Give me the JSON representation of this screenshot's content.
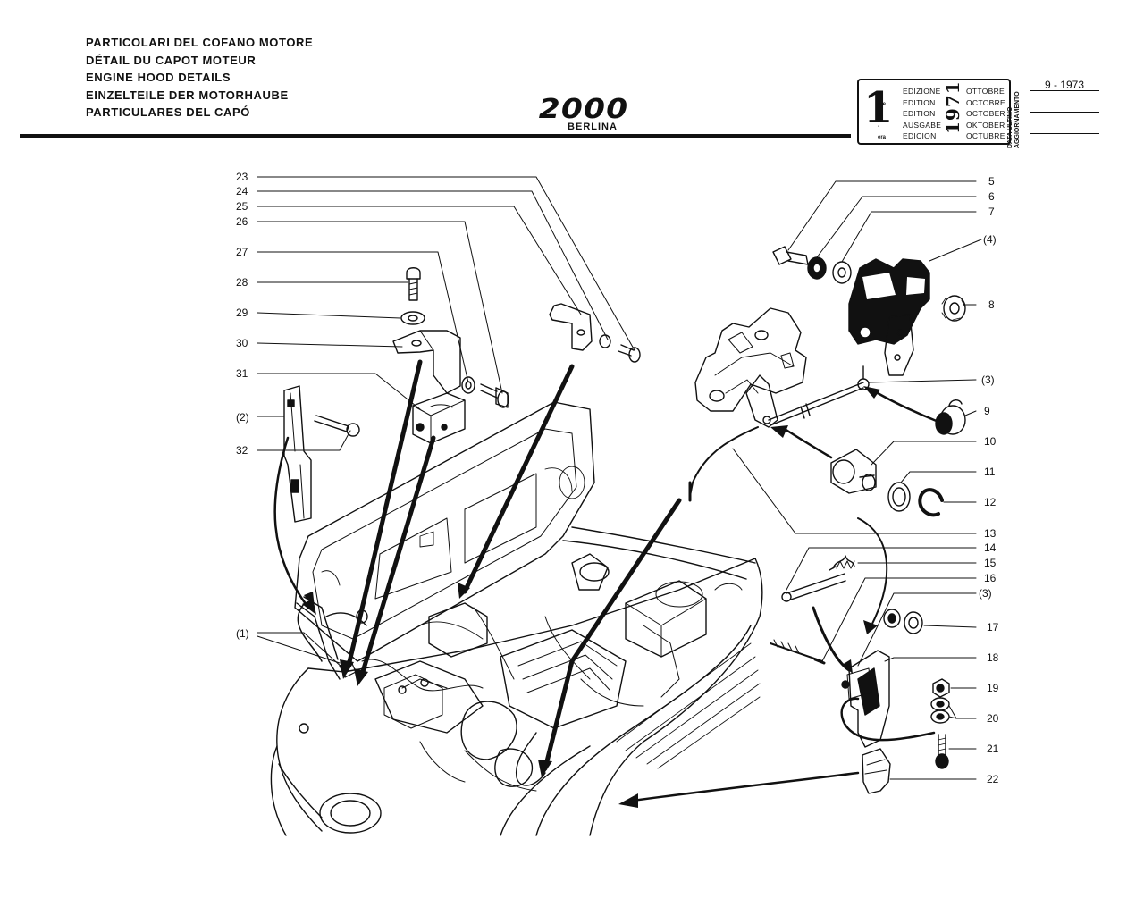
{
  "header": {
    "titles": [
      "PARTICOLARI DEL COFANO MOTORE",
      "DÉTAIL DU CAPOT MOTEUR",
      "ENGINE HOOD DETAILS",
      "EINZELTEILE DER MOTORHAUBE",
      "PARTICULARES DEL CAPÓ"
    ],
    "model": "2000",
    "model_sub": "BERLINA"
  },
  "edition_box": {
    "number": "1",
    "suffixes": [
      "a",
      "ere",
      "st",
      "-",
      "era"
    ],
    "words": [
      "EDIZIONE",
      "EDITION",
      "EDITION",
      "AUSGABE",
      "EDICION"
    ],
    "year": "1971",
    "months": [
      "OTTOBRE",
      "OCTOBRE",
      "OCTOBER",
      "OKTOBER",
      "OCTUBRE"
    ],
    "update_label_1": "DATA ULTIMO",
    "update_label_2": "AGGIORNAMENTO",
    "update_dates": [
      "9 - 1973",
      "",
      "",
      ""
    ]
  },
  "callouts": [
    {
      "id": "23",
      "text": "23"
    },
    {
      "id": "24",
      "text": "24"
    },
    {
      "id": "25",
      "text": "25"
    },
    {
      "id": "26",
      "text": "26"
    },
    {
      "id": "27",
      "text": "27"
    },
    {
      "id": "28",
      "text": "28"
    },
    {
      "id": "29",
      "text": "29"
    },
    {
      "id": "30",
      "text": "30"
    },
    {
      "id": "31",
      "text": "31"
    },
    {
      "id": "2p",
      "text": "(2)"
    },
    {
      "id": "32",
      "text": "32"
    },
    {
      "id": "1p",
      "text": "(1)"
    },
    {
      "id": "5",
      "text": "5"
    },
    {
      "id": "6",
      "text": "6"
    },
    {
      "id": "7",
      "text": "7"
    },
    {
      "id": "4p",
      "text": "(4)"
    },
    {
      "id": "8",
      "text": "8"
    },
    {
      "id": "3p",
      "text": "(3)"
    },
    {
      "id": "9",
      "text": "9"
    },
    {
      "id": "10",
      "text": "10"
    },
    {
      "id": "11",
      "text": "11"
    },
    {
      "id": "12",
      "text": "12"
    },
    {
      "id": "13",
      "text": "13"
    },
    {
      "id": "14",
      "text": "14"
    },
    {
      "id": "15",
      "text": "15"
    },
    {
      "id": "16",
      "text": "16"
    },
    {
      "id": "3pb",
      "text": "(3)"
    },
    {
      "id": "17",
      "text": "17"
    },
    {
      "id": "18",
      "text": "18"
    },
    {
      "id": "19",
      "text": "19"
    },
    {
      "id": "20",
      "text": "20"
    },
    {
      "id": "21",
      "text": "21"
    },
    {
      "id": "22",
      "text": "22"
    }
  ]
}
